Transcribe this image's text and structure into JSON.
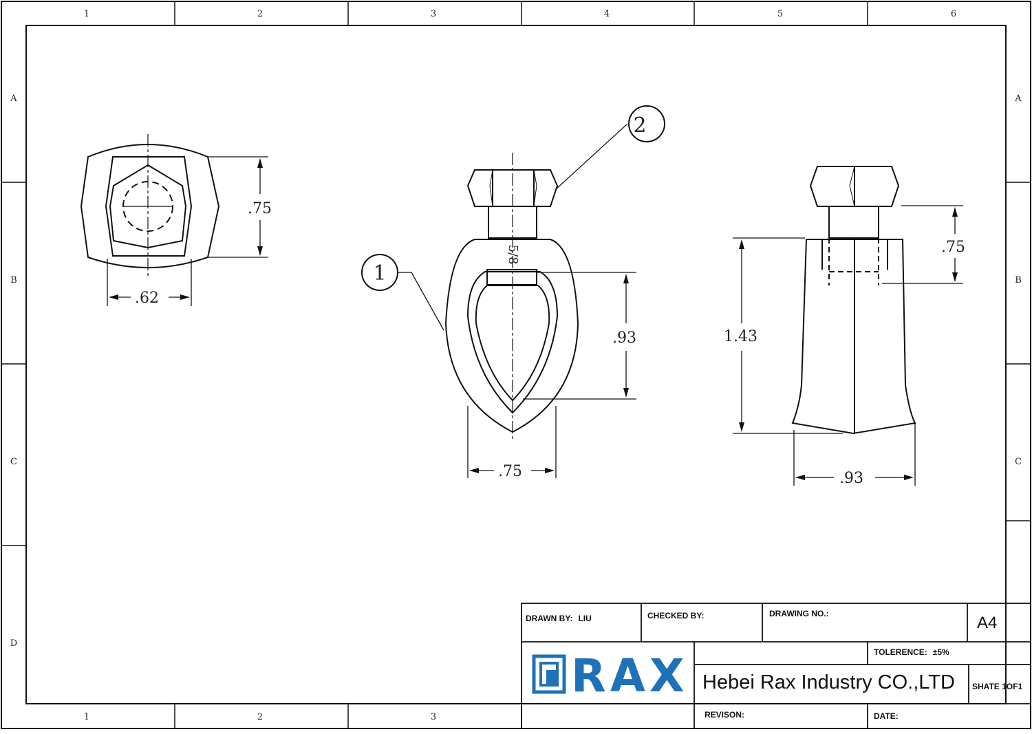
{
  "border": {
    "columns": [
      "1",
      "2",
      "3",
      "4",
      "5",
      "6"
    ],
    "rows": [
      "A",
      "B",
      "C",
      "D"
    ]
  },
  "views": {
    "top": {
      "dim_height": ".75",
      "dim_width": ".62"
    },
    "front": {
      "balloon_1": "1",
      "balloon_2": "2",
      "marking": "5/8",
      "dim_loop": ".93",
      "dim_width": ".75"
    },
    "side": {
      "dim_total_height": "1.43",
      "dim_bolt": ".75",
      "dim_width": ".93"
    }
  },
  "title_block": {
    "drawn_by_label": "DRAWN BY:",
    "drawn_by_value": "LIU",
    "checked_by_label": "CHECKED BY:",
    "drawing_no_label": "DRAWING NO.:",
    "size": "A4",
    "tolerance_label": "TOLERENCE:",
    "tolerance_value": "±5%",
    "company": "Hebei Rax Industry CO.,LTD",
    "sheet": "SHATE 1OF1",
    "revision_label": "REVISON:",
    "date_label": "DATE:",
    "logo_text": "RAX"
  }
}
